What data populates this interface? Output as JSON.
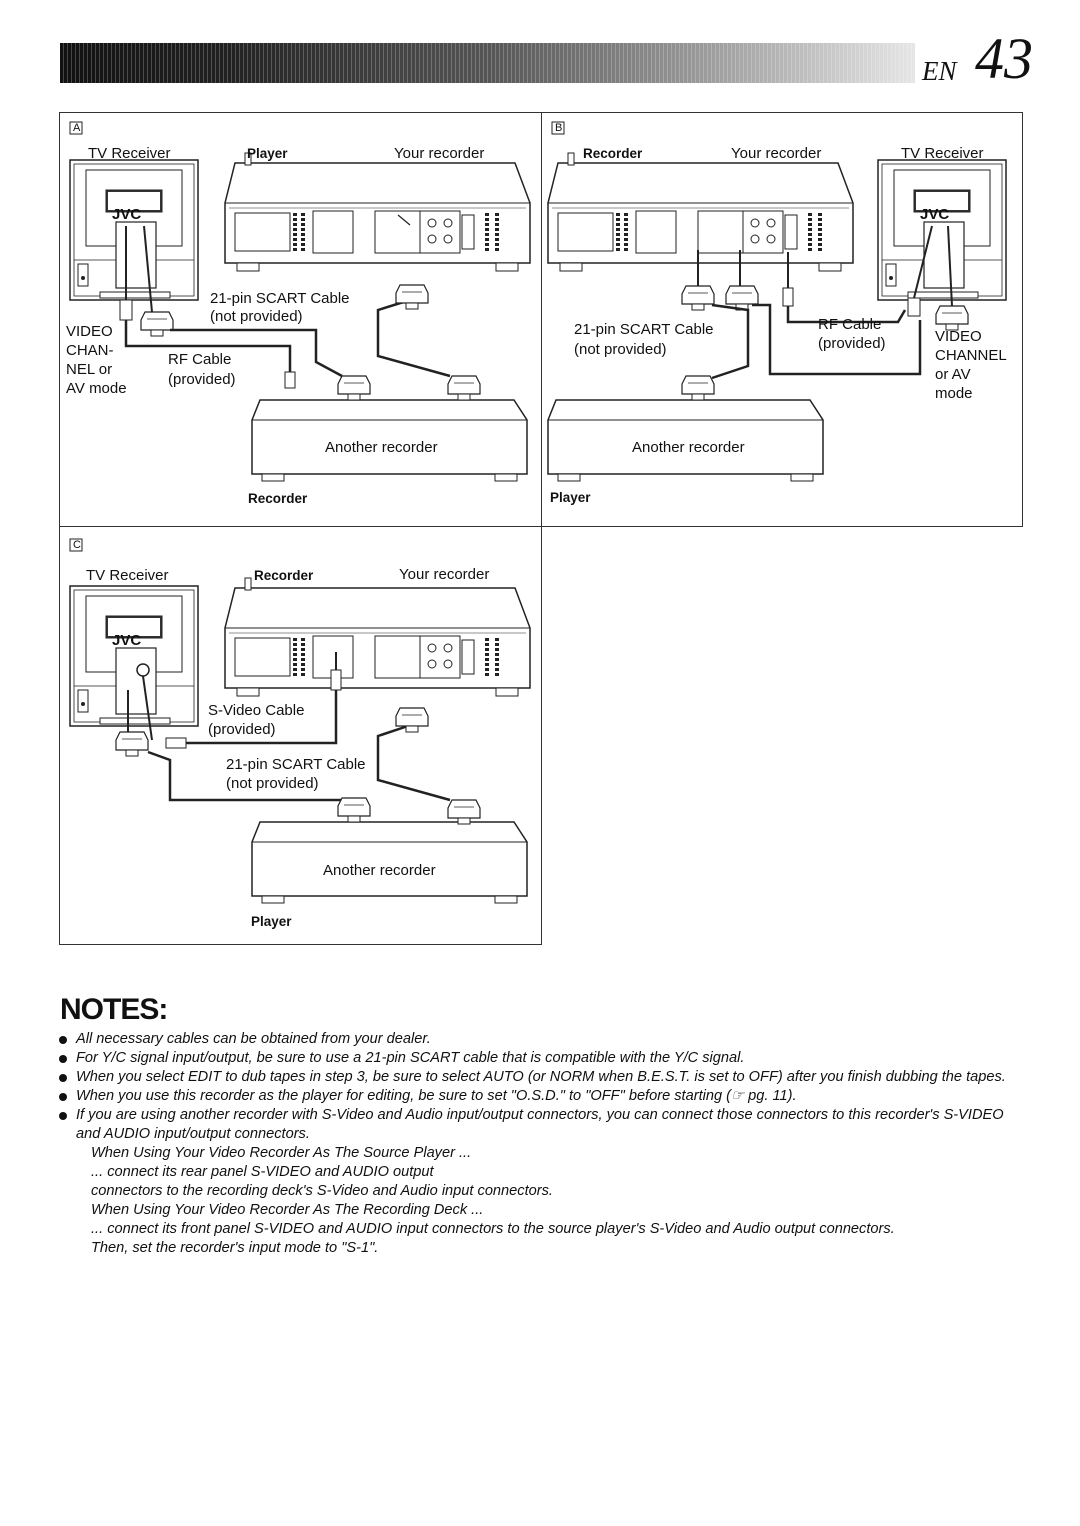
{
  "header": {
    "lang": "EN",
    "page_number": "43"
  },
  "panel_a": {
    "letter": "A",
    "tv_receiver": "TV Receiver",
    "role_top": "Player",
    "your_recorder": "Your recorder",
    "scart_cable": "21-pin SCART Cable",
    "scart_note": "(not provided)",
    "video_channel": [
      "VIDEO",
      "CHAN-",
      "NEL or",
      "AV mode"
    ],
    "rf_cable": "RF Cable",
    "rf_note": "(provided)",
    "another_recorder": "Another recorder",
    "role_bottom": "Recorder"
  },
  "panel_b": {
    "letter": "B",
    "role_top": "Recorder",
    "your_recorder": "Your recorder",
    "tv_receiver": "TV Receiver",
    "scart_cable": "21-pin SCART Cable",
    "scart_note": "(not provided)",
    "rf_cable": "RF Cable",
    "rf_note": "(provided)",
    "video_channel": [
      "VIDEO",
      "CHANNEL",
      "or AV",
      "mode"
    ],
    "another_recorder": "Another recorder",
    "role_bottom": "Player"
  },
  "panel_c": {
    "letter": "C",
    "tv_receiver": "TV Receiver",
    "role_top": "Recorder",
    "your_recorder": "Your recorder",
    "svideo_cable": "S-Video Cable",
    "svideo_note": "(provided)",
    "scart_cable": "21-pin SCART Cable",
    "scart_note": "(not provided)",
    "another_recorder": "Another recorder",
    "role_bottom": "Player"
  },
  "tv_logo": "JVC",
  "notes": {
    "title": "NOTES:",
    "items": [
      "All necessary cables can be obtained from your dealer.",
      "For Y/C signal input/output, be sure to use a 21-pin SCART cable that is compatible with the Y/C signal.",
      "When you select EDIT to dub tapes in step 3, be sure to select AUTO (or NORM when B.E.S.T. is set to OFF) after you finish dubbing the tapes.",
      "When you use this recorder as the player for editing, be sure to set \"O.S.D.\" to \"OFF\" before starting (☞ pg. 11).",
      "If you are using another recorder with S-Video and Audio input/output connectors, you can connect those connectors to this recorder's S-VIDEO and AUDIO input/output connectors."
    ],
    "sub_lines": [
      "When Using Your Video Recorder As The Source Player ...",
      "... connect its rear panel S-VIDEO and AUDIO output",
      "connectors to the recording deck's S-Video and Audio input connectors.",
      "When Using Your Video Recorder As The Recording Deck ...",
      "... connect its front panel S-VIDEO and AUDIO input connectors to the source player's S-Video and Audio output connectors.",
      "Then, set the recorder's input mode to \"S-1\"."
    ]
  }
}
